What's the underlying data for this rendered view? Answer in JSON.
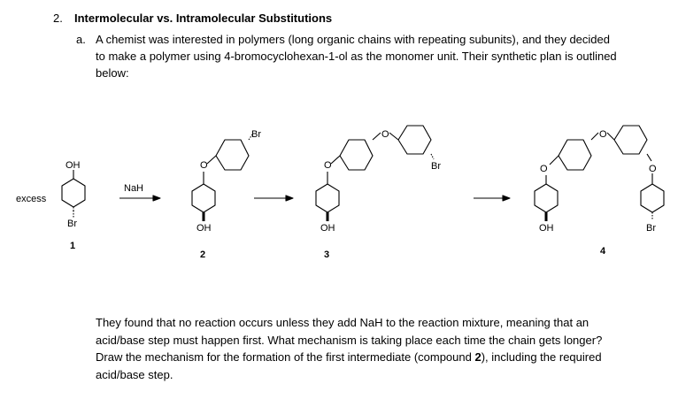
{
  "question": {
    "number": "2.",
    "title": "Intermolecular vs. Intramolecular Substitutions",
    "part_letter": "a.",
    "part_text": "A chemist was interested in polymers (long organic chains with repeating subunits), and they decided to make a polymer using 4-bromocyclohexan-1-ol as the monomer unit. Their synthetic plan is outlined below:"
  },
  "scheme": {
    "excess_label": "excess",
    "reagent_label": "NaH",
    "atoms": {
      "oh": "OH",
      "br": "Br",
      "o": "O"
    },
    "compound_numbers": [
      "1",
      "2",
      "3",
      "4"
    ]
  },
  "follow_up": {
    "text_before_bold": "They found that no reaction occurs unless they add NaH to the reaction mixture, meaning that an acid/base step must happen first. What mechanism is taking place each time the chain gets longer? Draw the mechanism for the formation of the first intermediate (compound ",
    "bold_number": "2",
    "text_after_bold": "), including the required acid/base step."
  }
}
